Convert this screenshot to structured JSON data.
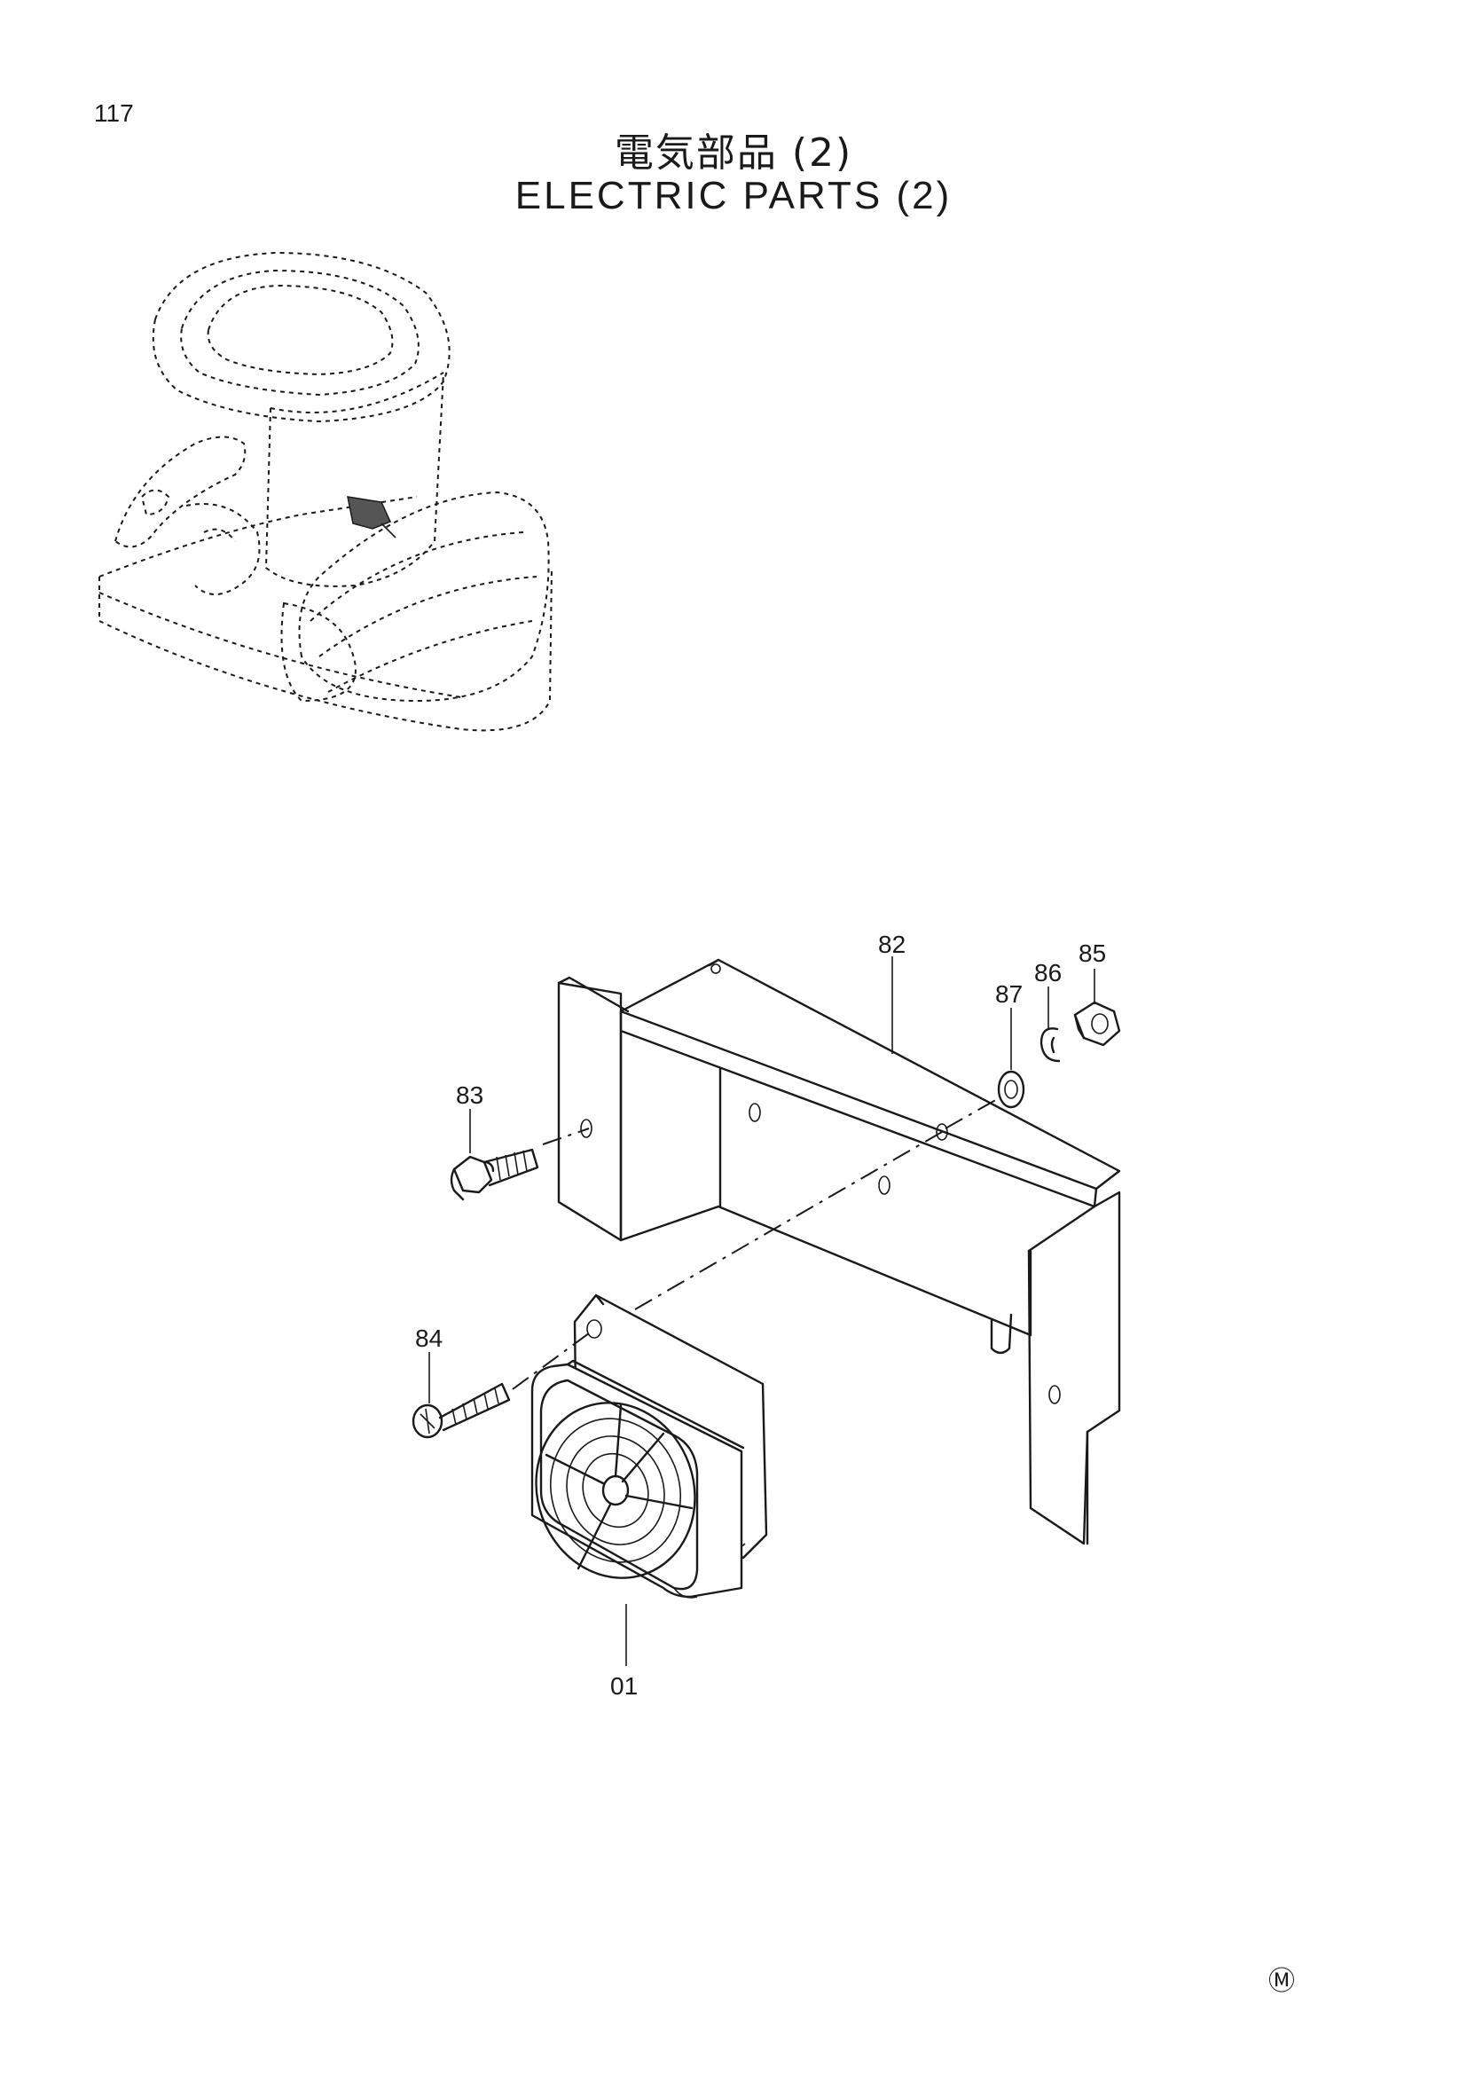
{
  "page": {
    "number": "117",
    "title_jp": "電気部品 (2)",
    "title_en": "ELECTRIC  PARTS  (2)",
    "corner_mark": "Ⓜ"
  },
  "callouts": {
    "c82": "82",
    "c85": "85",
    "c86": "86",
    "c87": "87",
    "c83": "83",
    "c84": "84",
    "c01": "01"
  }
}
